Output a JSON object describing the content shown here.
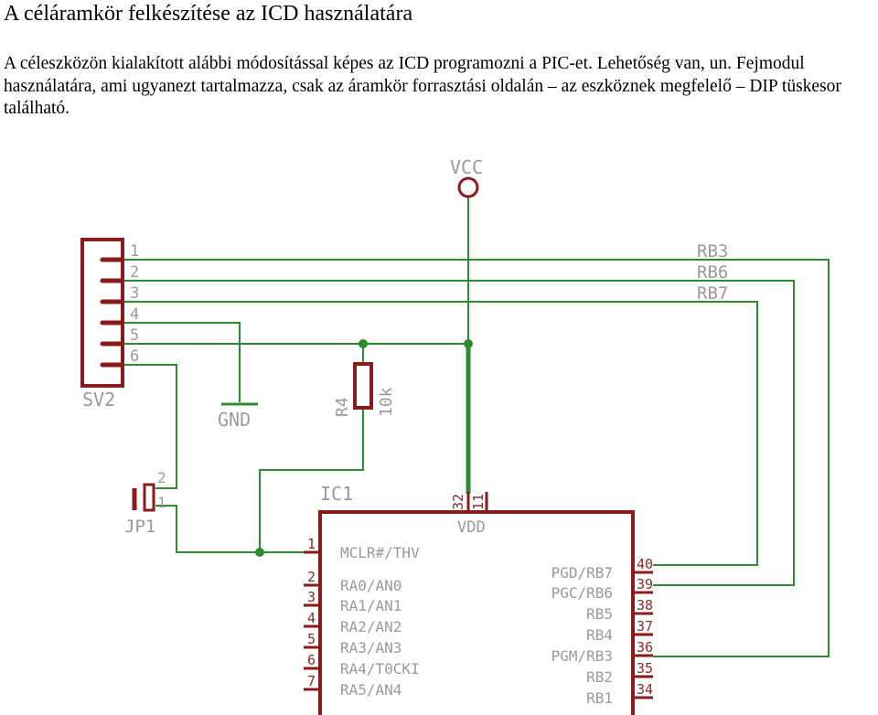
{
  "page": {
    "title": "A céláramkör felkészítése az ICD használatára",
    "paragraph": "A céleszközön kialakított alábbi módosítással képes az ICD programozni a PIC-et. Lehetőség van, un. Fejmodul használatára, ami ugyanezt tartalmazza, csak az áramkör forrasztási oldalán – az eszköznek megfelelő – DIP tüskesor található."
  },
  "schematic": {
    "vcc_label": "VCC",
    "gnd_label": "GND",
    "connector": {
      "name": "SV2",
      "pins": [
        "1",
        "2",
        "3",
        "4",
        "5",
        "6"
      ]
    },
    "net_labels": [
      "RB3",
      "RB6",
      "RB7"
    ],
    "resistor": {
      "name": "R4",
      "value": "10k"
    },
    "jumper": {
      "name": "JP1",
      "pins": [
        "2",
        "1"
      ]
    },
    "ic": {
      "name": "IC1",
      "top_pins": [
        "32",
        "11"
      ],
      "top_label": "VDD",
      "left_pins": [
        {
          "num": "1",
          "name": "MCLR#/THV"
        },
        {
          "num": "2",
          "name": "RA0/AN0"
        },
        {
          "num": "3",
          "name": "RA1/AN1"
        },
        {
          "num": "4",
          "name": "RA2/AN2"
        },
        {
          "num": "5",
          "name": "RA3/AN3"
        },
        {
          "num": "6",
          "name": "RA4/T0CKI"
        },
        {
          "num": "7",
          "name": "RA5/AN4"
        }
      ],
      "right_pins": [
        {
          "num": "40",
          "name": "PGD/RB7"
        },
        {
          "num": "39",
          "name": "PGC/RB6"
        },
        {
          "num": "38",
          "name": "RB5"
        },
        {
          "num": "37",
          "name": "RB4"
        },
        {
          "num": "36",
          "name": "PGM/RB3"
        },
        {
          "num": "35",
          "name": "RB2"
        },
        {
          "num": "34",
          "name": "RB1"
        }
      ]
    },
    "colors": {
      "wire": "#2e8b2e",
      "component": "#8b1a1a",
      "label": "#9a9a9a"
    }
  }
}
